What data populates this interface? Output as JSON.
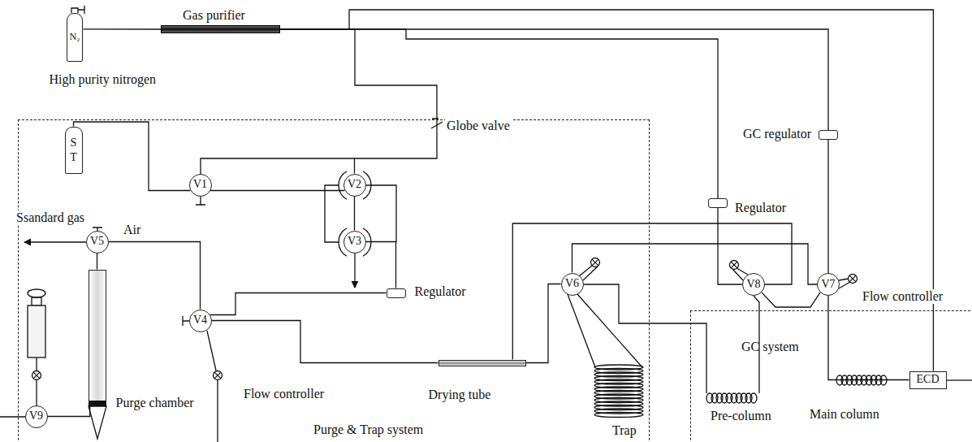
{
  "diagram": {
    "nodes": [
      {
        "text": [
          "Purge & Trap system"
        ]
      },
      {
        "text": [
          "GC system"
        ]
      },
      {
        "text": [
          "N₂",
          "High purity nitrogen"
        ]
      },
      {
        "text": [
          "Gas purifier"
        ]
      },
      {
        "text": [
          "S T"
        ],
        "in": 0
      },
      {
        "text": [
          "V1"
        ],
        "in": 0
      },
      {
        "text": [
          "V2"
        ],
        "in": 0
      },
      {
        "text": [
          "V3"
        ],
        "in": 0
      },
      {
        "text": [
          "Regulator"
        ],
        "in": 0
      },
      {
        "text": [
          "V5"
        ],
        "in": 0
      },
      {
        "text": [
          "V4"
        ],
        "in": 0
      },
      {
        "text": [
          "Purge chamber"
        ],
        "in": 0
      },
      {
        "text": [
          "V9"
        ],
        "in": 0
      },
      {
        "text": [
          "Drying tube"
        ],
        "in": 0
      },
      {
        "text": [
          "V6"
        ],
        "in": 0
      },
      {
        "text": [
          "GC regulator"
        ]
      },
      {
        "text": [
          "Regulator"
        ]
      },
      {
        "text": [
          "V8"
        ]
      },
      {
        "text": [
          "V7"
        ]
      },
      {
        "text": [
          "ECD"
        ],
        "in": 1
      }
    ],
    "edges": [
      {
        "from": 2,
        "to": 3,
        "arrow": "none"
      },
      {
        "from": 3,
        "to": 6,
        "arrow": "none"
      },
      {
        "from": 3,
        "to": 16,
        "arrow": "none"
      },
      {
        "from": 3,
        "to": 15,
        "arrow": "none"
      },
      {
        "from": 3,
        "to": 19,
        "arrow": "none"
      },
      {
        "from": 15,
        "to": 18,
        "arrow": "none"
      },
      {
        "from": 16,
        "to": 17,
        "arrow": "none"
      },
      {
        "from": 4,
        "to": 5,
        "arrow": "none"
      },
      {
        "from": 5,
        "to": 6,
        "arrow": "none"
      },
      {
        "from": 6,
        "to": 7,
        "arrow": "none"
      },
      {
        "from": 7,
        "to": 8,
        "arrow": "none"
      },
      {
        "from": 8,
        "to": 10,
        "arrow": "none"
      },
      {
        "from": 9,
        "to": 10,
        "arrow": "none"
      },
      {
        "from": 9,
        "to": 11,
        "arrow": "none"
      },
      {
        "from": 11,
        "to": 12,
        "arrow": "none"
      },
      {
        "from": 10,
        "to": 13,
        "arrow": "none"
      },
      {
        "from": 13,
        "to": 14,
        "arrow": "none"
      },
      {
        "from": 13,
        "to": 17,
        "arrow": "none"
      },
      {
        "from": 14,
        "to": 18,
        "arrow": "none"
      },
      {
        "from": 17,
        "to": 18,
        "arrow": "none"
      },
      {
        "from": 18,
        "to": 19,
        "arrow": "none"
      }
    ],
    "labels": [
      "Globe valve",
      "Ssandard gas",
      "Air",
      "Flow controller",
      "Flow controller",
      "Pre-column",
      "Main column",
      "Trap"
    ]
  }
}
